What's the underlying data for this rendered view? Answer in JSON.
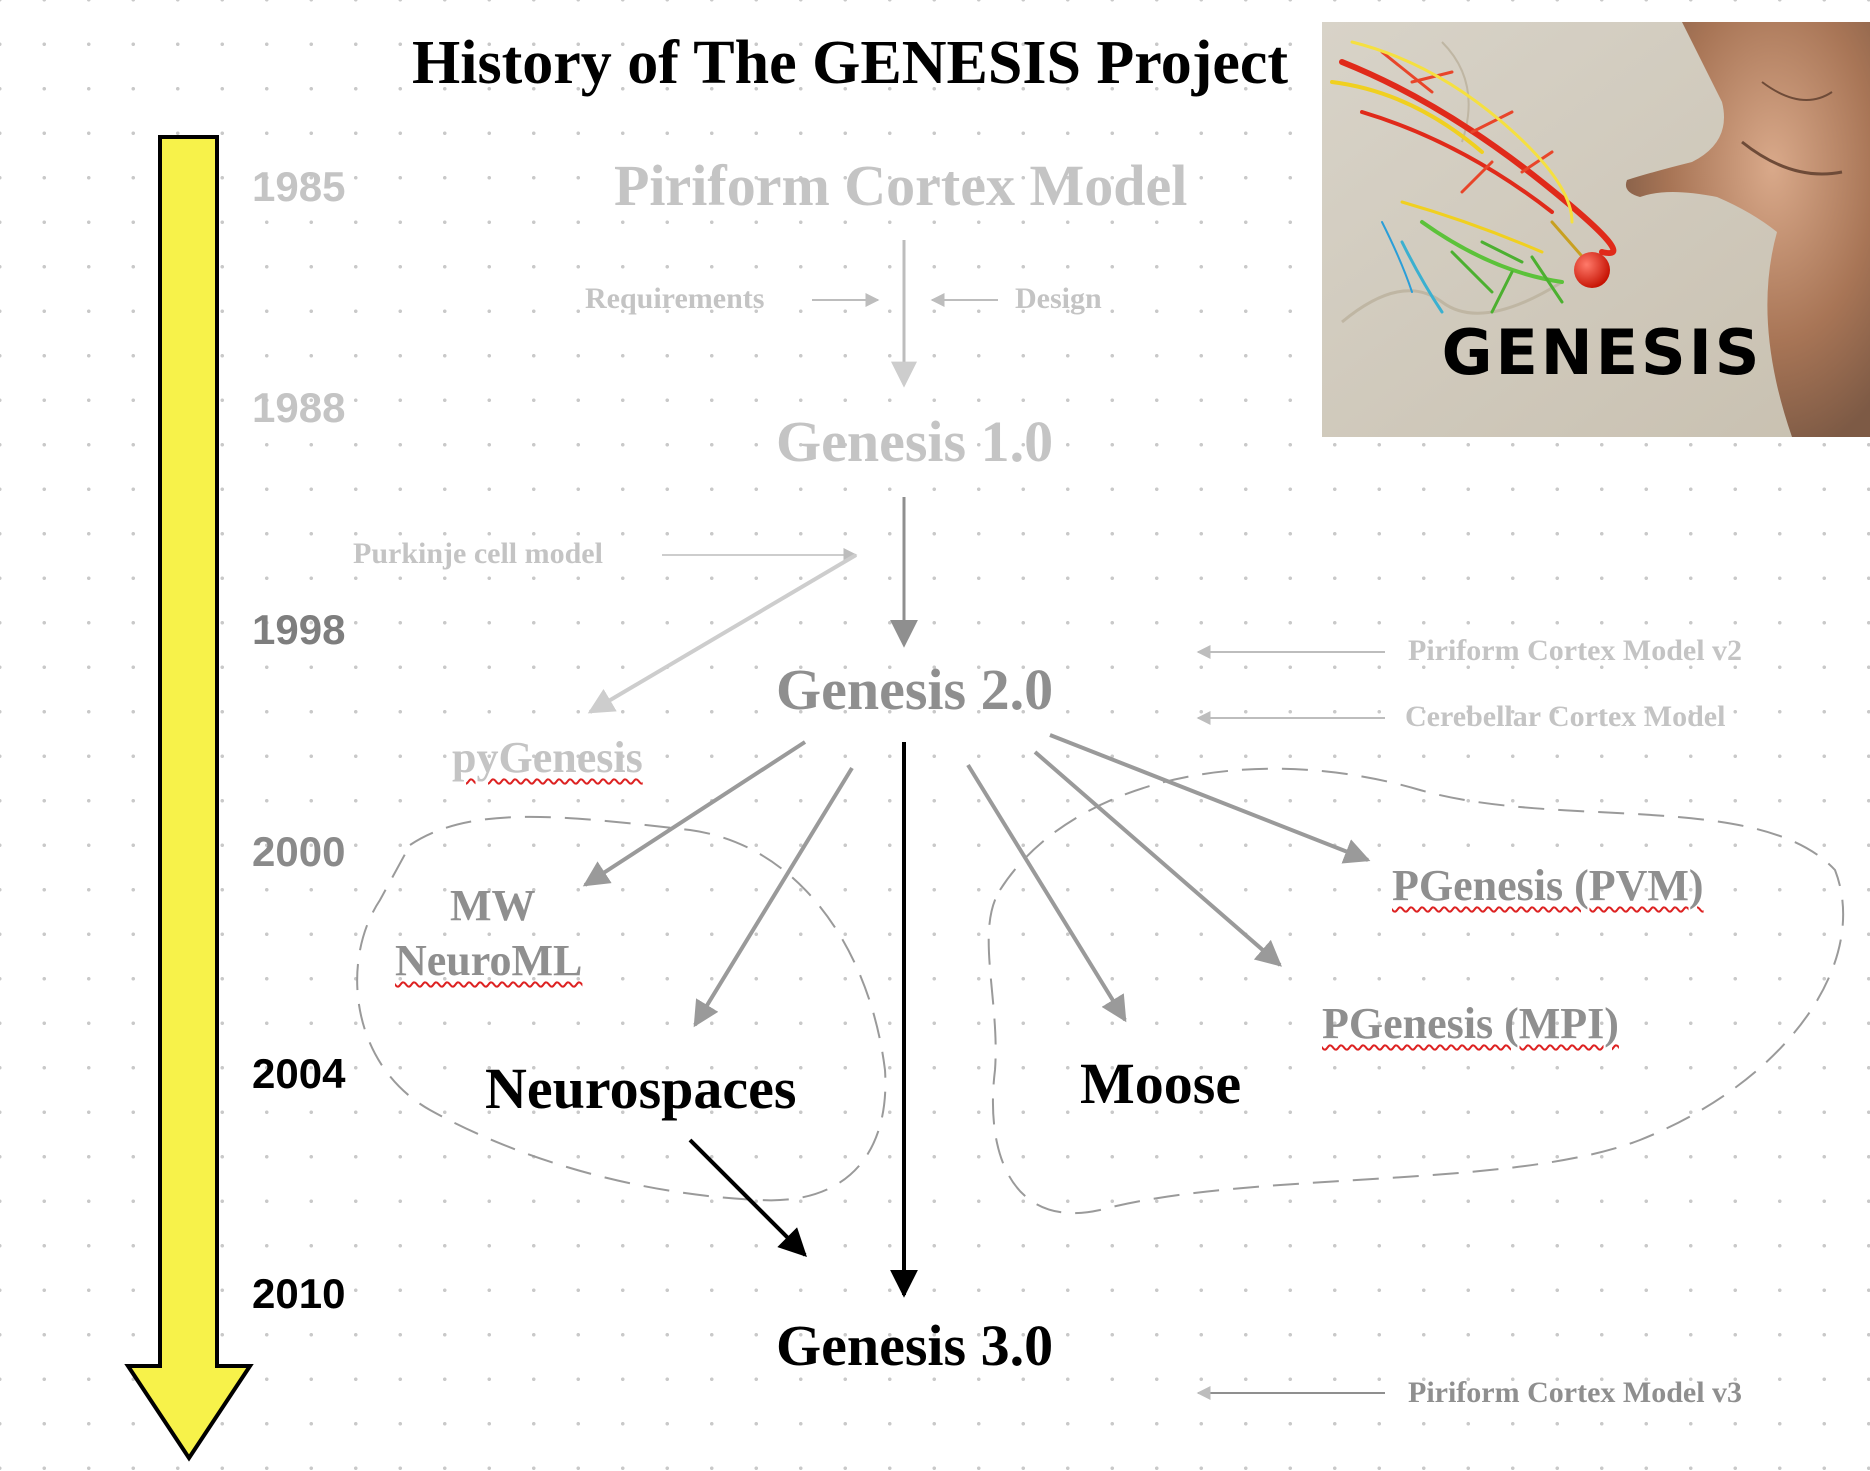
{
  "title": "History of The GENESIS Project",
  "years": [
    "1985",
    "1988",
    "1998",
    "2000",
    "2004",
    "2010"
  ],
  "nodes": {
    "piriform": "Piriform Cortex Model",
    "requirements": "Requirements",
    "design": "Design",
    "genesis1": "Genesis 1.0",
    "purkinje": "Purkinje cell model",
    "genesis2": "Genesis 2.0",
    "piriform_v2": "Piriform Cortex Model v2",
    "cerebellar": "Cerebellar Cortex Model",
    "pygenesis": "pyGenesis",
    "mw": "MW",
    "neuroml": "NeuroML",
    "pgenesis_pvm": "PGenesis (PVM)",
    "pgenesis_mpi": "PGenesis (MPI)",
    "neurospaces": "Neurospaces",
    "moose": "Moose",
    "genesis3": "Genesis 3.0",
    "piriform_v3": "Piriform Cortex Model v3"
  },
  "logo": {
    "text": "GENESIS"
  },
  "colors": {
    "timeline_arrow": "#f7f24a",
    "faded": "#c4c4c4",
    "mid": "#8f8f8f",
    "dark": "#000000"
  }
}
